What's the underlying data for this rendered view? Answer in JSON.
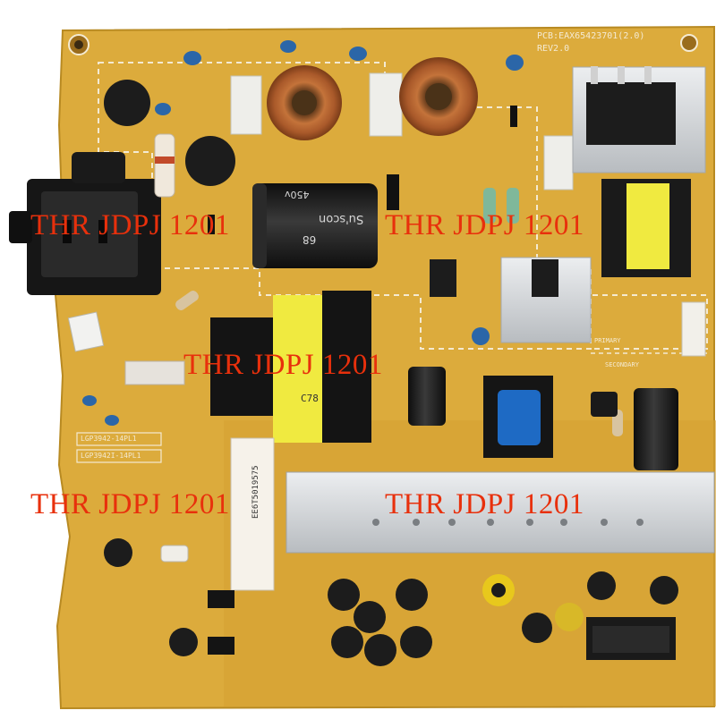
{
  "board": {
    "colors": {
      "pcb": "#dcab3c",
      "pcb_dark": "#c99426",
      "silkscreen": "#f4ead2",
      "heatsink": "#d4d6d8",
      "copper": "#b4622a",
      "capacitor_black": "#1e1e1e",
      "watermark": "#e8300c"
    },
    "pcb_code": "PCB:EAX65423701(2.0)",
    "revision": "REV2.0",
    "label_primary": "PRIMARY",
    "label_secondary": "SECONDARY",
    "model_label_1": "LGP3942-14PL1",
    "model_label_2": "LGP3942I-14PL1",
    "serial_vertical": "EE6T5019575",
    "transformer_label": "C78",
    "cap_rating": "450v",
    "cap_brand": "Su'scon",
    "cap_value": "68"
  },
  "watermarks": [
    {
      "text": "THR  JDPJ  1201"
    },
    {
      "text": "THR  JDPJ  1201"
    },
    {
      "text": "THR  JDPJ  1201"
    },
    {
      "text": "THR  JDPJ  1201"
    },
    {
      "text": "THR  JDPJ  1201"
    }
  ]
}
